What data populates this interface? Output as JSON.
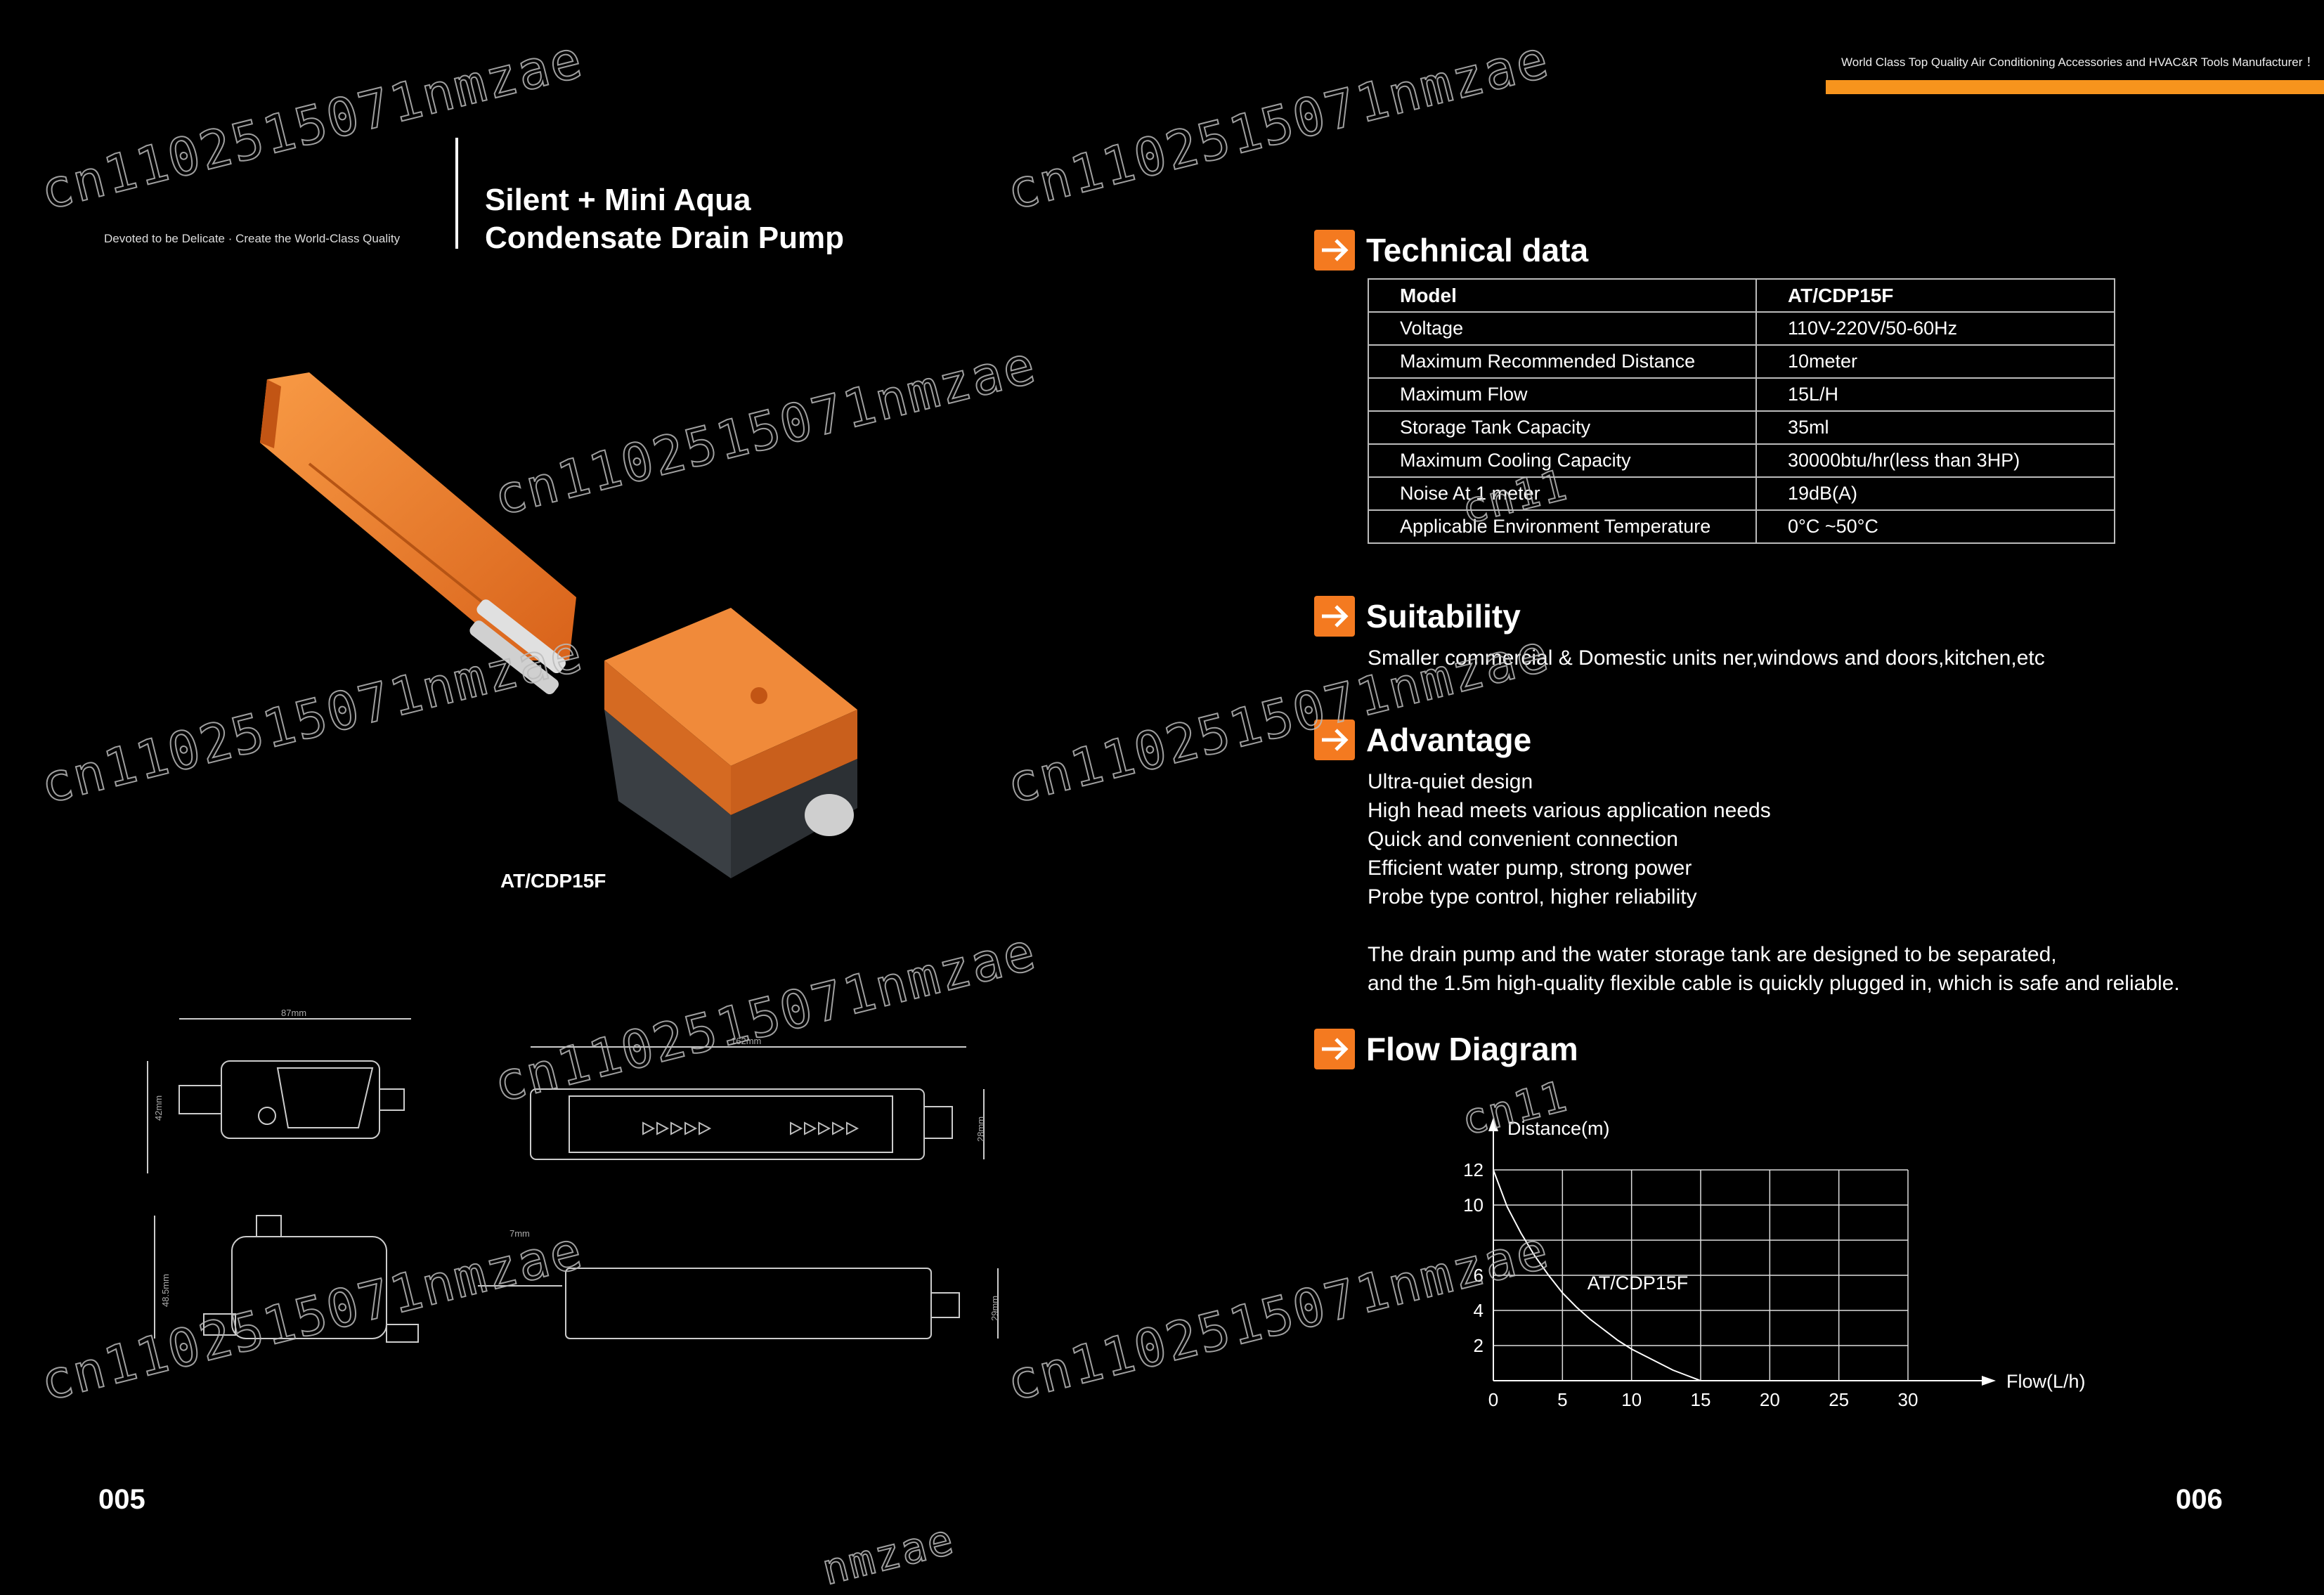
{
  "left_page": {
    "tagline": "Devoted to be Delicate · Create the World-Class Quality",
    "title_line1": "Silent + Mini Aqua",
    "title_line2": "Condensate Drain Pump",
    "product_label": "AT/CDP15F",
    "page_number": "005",
    "dimensions": {
      "d1": "87mm",
      "d2": "42mm",
      "d3": "162mm",
      "d4": "28mm",
      "d5": "48.5mm",
      "d6": "7mm",
      "d7": "29mm"
    }
  },
  "right_page": {
    "top_note": "World Class Top Quality Air Conditioning Accessories and HVAC&R Tools Manufacturer ！",
    "page_number": "006",
    "technical": {
      "heading": "Technical data",
      "header": [
        "Model",
        "AT/CDP15F"
      ],
      "rows": [
        [
          "Voltage",
          "110V-220V/50-60Hz"
        ],
        [
          "Maximum Recommended Distance",
          "10meter"
        ],
        [
          "Maximum Flow",
          "15L/H"
        ],
        [
          "Storage Tank Capacity",
          "35ml"
        ],
        [
          "Maximum Cooling Capacity",
          "30000btu/hr(less than 3HP)"
        ],
        [
          "Noise At 1 meter",
          "19dB(A)"
        ],
        [
          "Applicable Environment Temperature",
          "0°C ~50°C"
        ]
      ]
    },
    "suitability": {
      "heading": "Suitability",
      "text": "Smaller commercial & Domestic units ner,windows and doors,kitchen,etc"
    },
    "advantage": {
      "heading": "Advantage",
      "items": [
        "Ultra-quiet design",
        "High head meets various application needs",
        "Quick and convenient connection",
        "Efficient water pump, strong power",
        "Probe type control, higher reliability"
      ],
      "para_line1": "The drain pump and the water storage tank are designed to be separated,",
      "para_line2": "and the 1.5m high-quality flexible cable is quickly plugged in, which is safe and reliable."
    },
    "flow": {
      "heading": "Flow Diagram"
    }
  },
  "watermark_text": "cn1102515071nmzae",
  "watermark_fragment": "cn11",
  "watermark_tail": "nmzae",
  "colors": {
    "accent": "#f7941d",
    "icon": "#f47a20",
    "product": "#f07a1e"
  },
  "chart_data": {
    "type": "line",
    "title": "",
    "xlabel": "Flow(L/h)",
    "ylabel": "Distance(m)",
    "xlim": [
      0,
      30
    ],
    "ylim": [
      0,
      12
    ],
    "xticks": [
      0,
      5,
      10,
      15,
      20,
      25,
      30
    ],
    "yticks": [
      2,
      4,
      6,
      10,
      12
    ],
    "grid": true,
    "series": [
      {
        "name": "AT/CDP15F",
        "x": [
          0,
          1,
          2,
          3,
          4,
          5,
          6,
          7,
          8,
          9,
          10,
          11,
          12,
          13,
          14,
          15
        ],
        "y": [
          12,
          9.9,
          8.4,
          7.1,
          6.0,
          5.0,
          4.2,
          3.5,
          2.9,
          2.3,
          1.8,
          1.4,
          1.0,
          0.6,
          0.3,
          0
        ]
      }
    ]
  }
}
